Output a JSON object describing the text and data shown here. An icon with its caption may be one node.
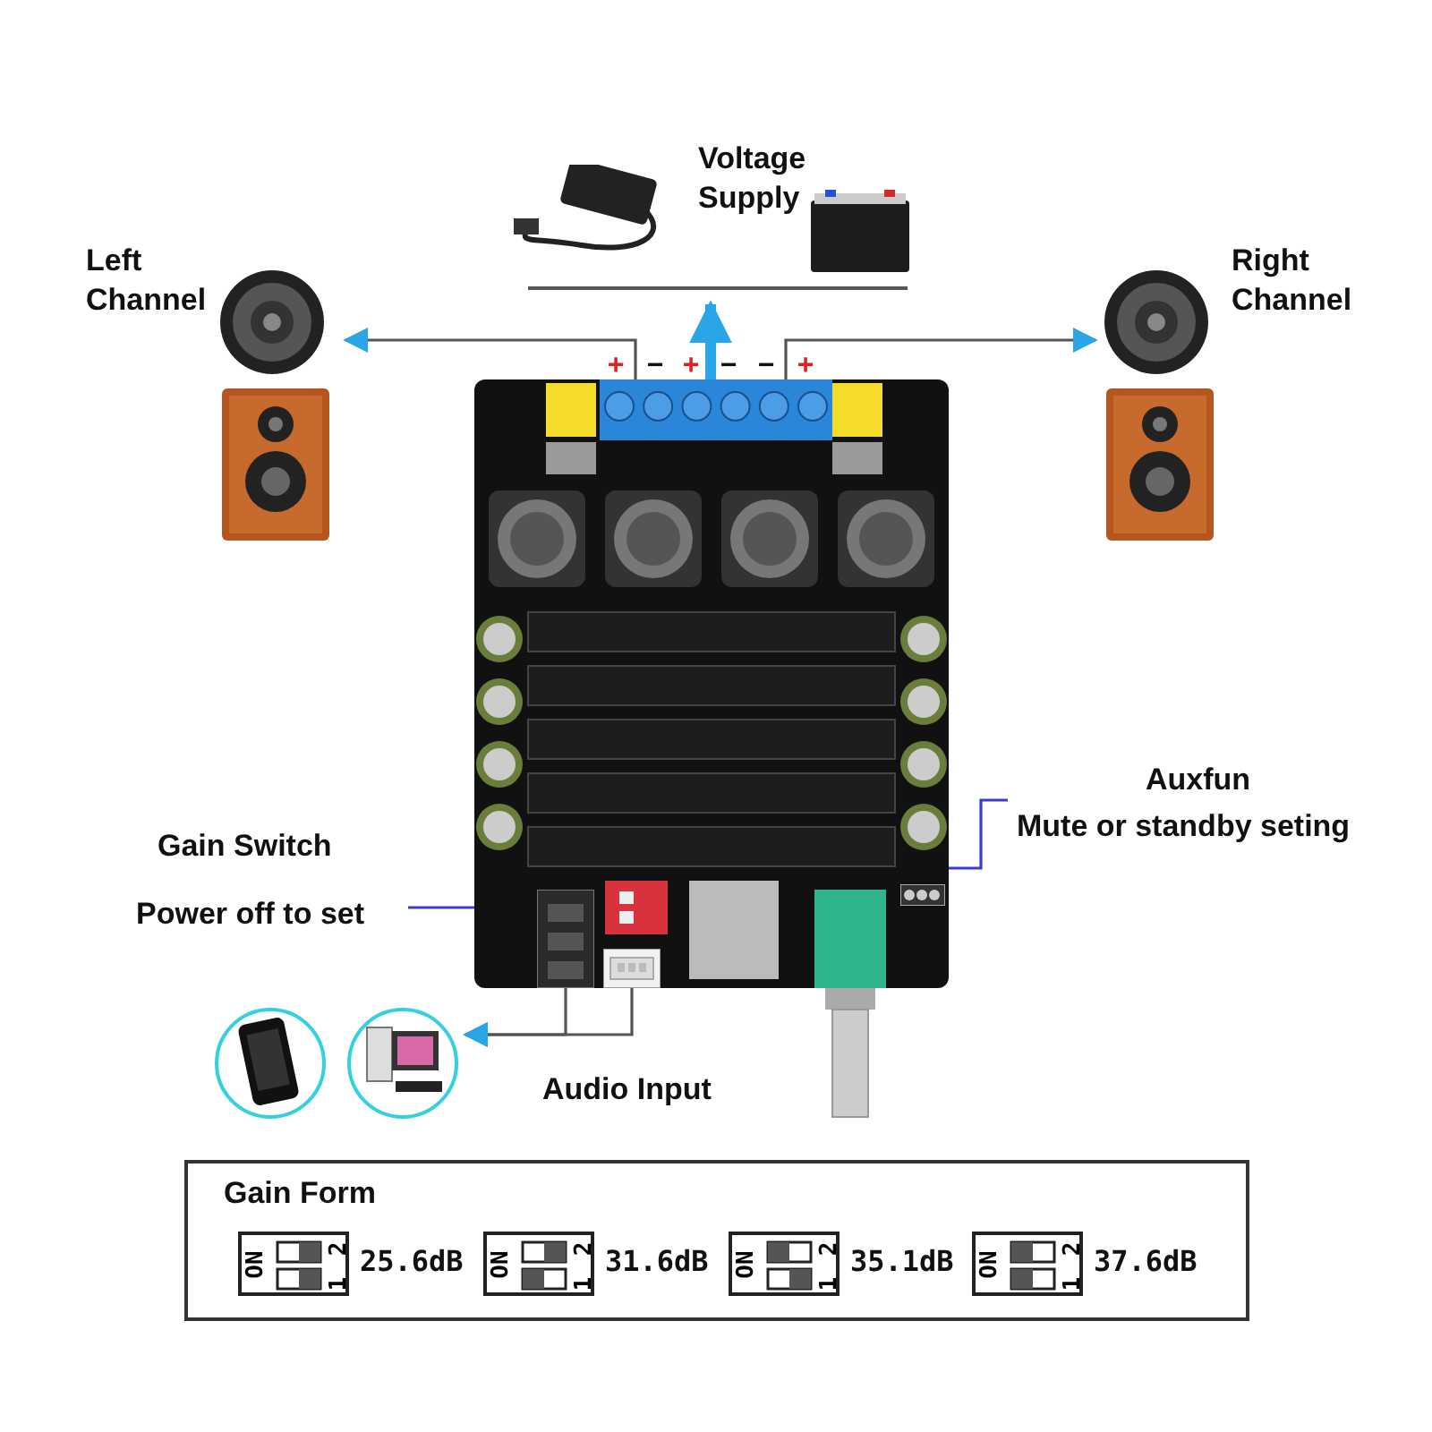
{
  "diagram": {
    "nodes": [
      {
        "text": [
          "Voltage Supply"
        ]
      },
      {
        "text": [
          "Left Channel"
        ]
      },
      {
        "text": [
          "Right Channel"
        ]
      },
      {
        "text": [],
        "shape": "picture"
      },
      {
        "text": [],
        "shape": "picture",
        "in": 3
      },
      {
        "text": [
          "Gain Switch",
          "Power off to set"
        ]
      },
      {
        "text": [],
        "shape": "picture",
        "in": 3
      },
      {
        "text": [
          "Auxfun",
          "Mute or standby seting"
        ]
      },
      {
        "text": [],
        "shape": "picture",
        "in": 3
      },
      {
        "text": [],
        "shape": "picture",
        "in": 3
      },
      {
        "text": [],
        "shape": "picture",
        "in": 3
      },
      {
        "text": [],
        "shape": "picture",
        "beside": [
          "Audio Input"
        ]
      },
      {
        "text": [
          "Gain Form"
        ]
      },
      {
        "text": [
          "ON",
          "1 2"
        ],
        "in": 12,
        "beside": [
          "25.6dB"
        ]
      },
      {
        "text": [
          "ON",
          "1 2"
        ],
        "in": 12,
        "beside": [
          "31.6dB"
        ]
      },
      {
        "text": [
          "ON",
          "1 2"
        ],
        "in": 12,
        "beside": [
          "35.1dB"
        ]
      },
      {
        "text": [
          "ON",
          "1 2"
        ],
        "in": 12,
        "beside": [
          "37.6dB"
        ]
      }
    ],
    "edges": [
      {
        "from": 4,
        "to": 1,
        "arrow": "to"
      },
      {
        "from": 4,
        "to": 2,
        "arrow": "to"
      },
      {
        "from": 4,
        "to": 0,
        "arrow": "to",
        "style": "thick",
        "color": "#2aa6e8"
      },
      {
        "from": 5,
        "to": 6,
        "arrow": "none",
        "color": "#3b3bd6"
      },
      {
        "from": 7,
        "to": 8,
        "arrow": "none",
        "color": "#3b3bd6"
      },
      {
        "from": 9,
        "to": 11,
        "arrow": "to"
      },
      {
        "from": 10,
        "to": 11,
        "arrow": "to"
      }
    ],
    "labels": [
      "+",
      "−",
      "+",
      "−",
      "−",
      "+"
    ]
  }
}
